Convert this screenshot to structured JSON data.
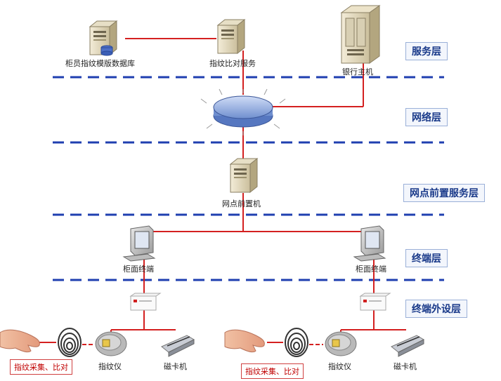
{
  "layers": {
    "service": "服务层",
    "network": "网络层",
    "branch_front": "网点前置服务层",
    "terminal": "终端层",
    "terminal_peripheral": "终端外设层"
  },
  "nodes": {
    "template_db": "柜员指纹模版数据库",
    "fingerprint_compare": "指纹比对服务",
    "bank_host": "银行主机",
    "branch_front_machine": "网点前置机",
    "counter_terminal_left": "柜面终端",
    "counter_terminal_right": "柜面终端",
    "fp_reader_left": "指纹仪",
    "card_reader_left": "磁卡机",
    "fp_reader_right": "指纹仪",
    "card_reader_right": "磁卡机"
  },
  "notes": {
    "capture_left": "指纹采集、比对",
    "capture_right": "指纹采集、比对"
  },
  "colors": {
    "link": "#d42020",
    "dash": "#1f3fb0",
    "layer_text": "#1a3a8a"
  }
}
